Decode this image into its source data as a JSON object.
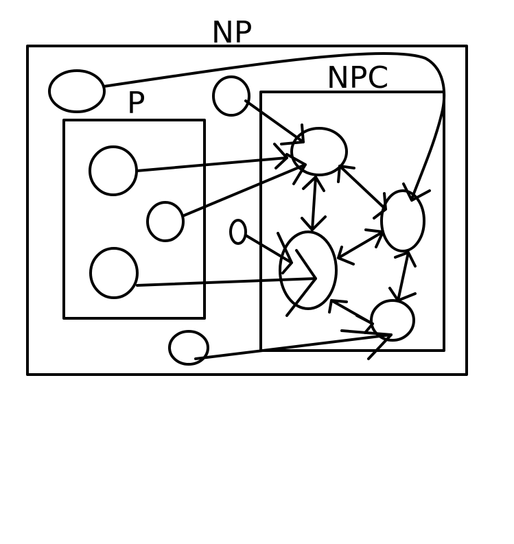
{
  "labels": {
    "np": "NP",
    "p": "P",
    "npc": "NPC"
  },
  "colors": {
    "stroke": "#000000",
    "background": "#ffffff"
  }
}
